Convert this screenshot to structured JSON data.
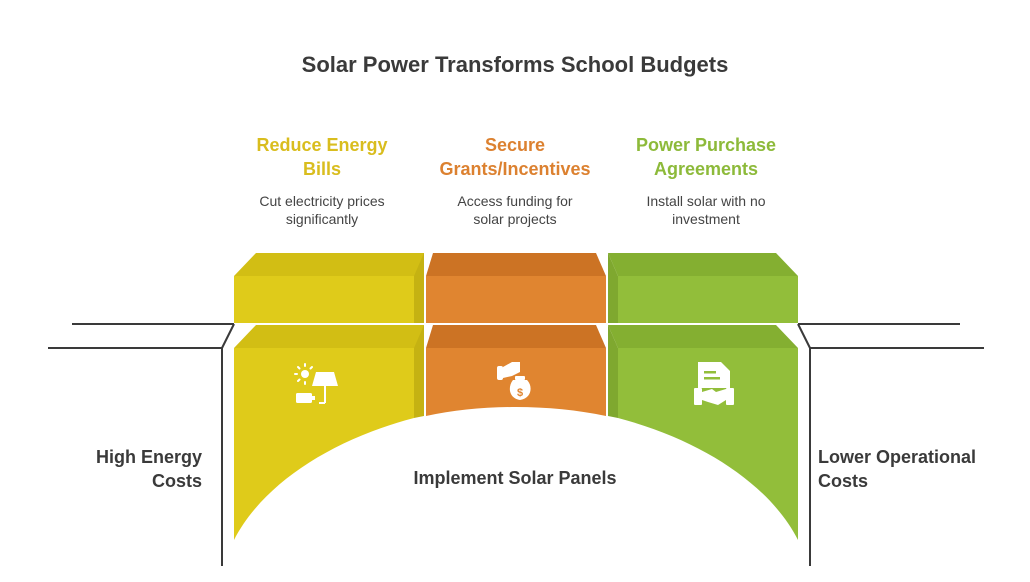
{
  "title": "Solar Power Transforms School Budgets",
  "columns": [
    {
      "heading_line1": "Reduce Energy",
      "heading_line2": "Bills",
      "desc_line1": "Cut electricity prices",
      "desc_line2": "significantly",
      "icon": "solar-panel-battery-icon",
      "color": "#DFCB1A",
      "side_color": "#C9B615"
    },
    {
      "heading_line1": "Secure",
      "heading_line2": "Grants/Incentives",
      "desc_line1": "Access funding for",
      "desc_line2": "solar projects",
      "icon": "money-bag-hand-icon",
      "color": "#E08530",
      "side_color": "#C97526"
    },
    {
      "heading_line1": "Power Purchase",
      "heading_line2": "Agreements",
      "desc_line1": "Install solar with no",
      "desc_line2": "investment",
      "icon": "contract-handshake-icon",
      "color": "#92BE3A",
      "side_color": "#7FA82F"
    }
  ],
  "left_label_line1": "High Energy",
  "left_label_line2": "Costs",
  "right_label_line1": "Lower Operational",
  "right_label_line2": "Costs",
  "center_label": "Implement Solar Panels",
  "heading_colors": [
    "#D9BD1E",
    "#DC8130",
    "#8DBA3A"
  ]
}
